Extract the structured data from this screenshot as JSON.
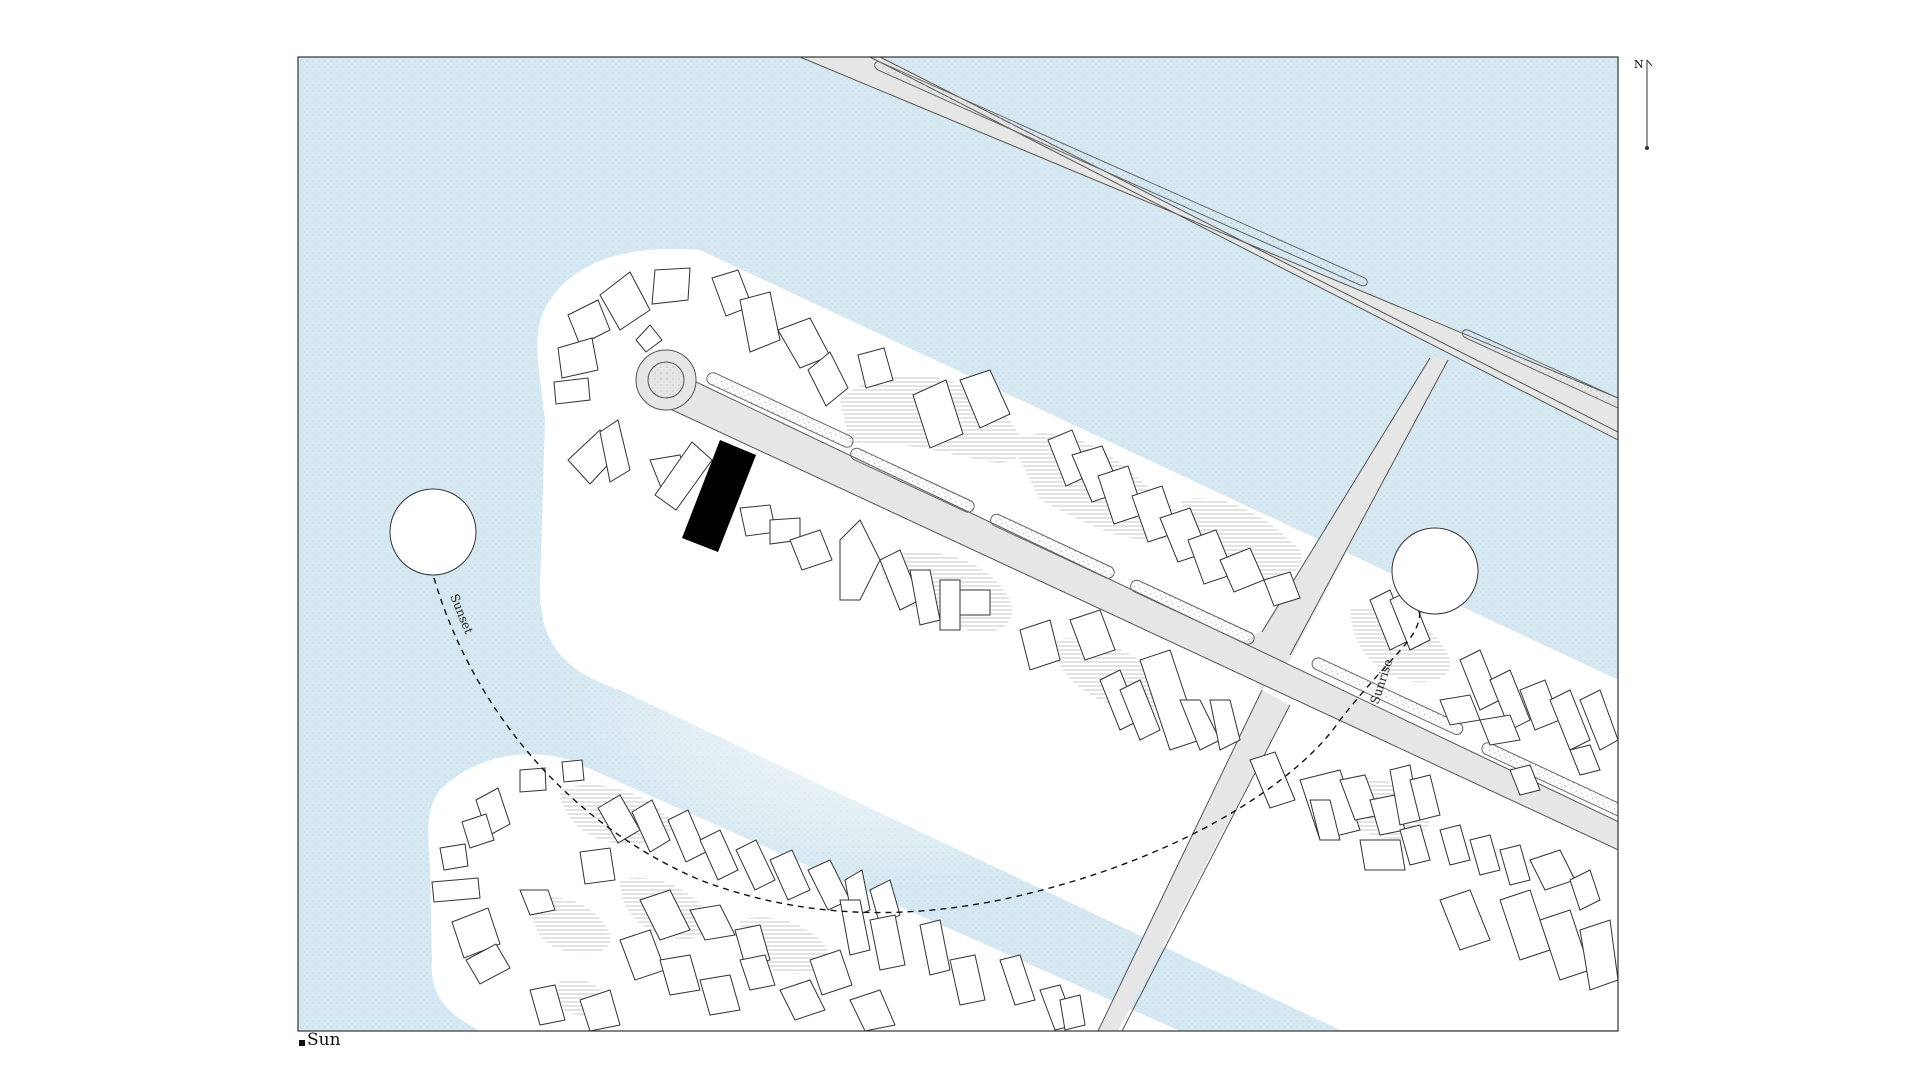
{
  "map": {
    "colors": {
      "water": "#d6e8f1",
      "land": "#ffffff",
      "road": "#e6e6e6",
      "median": "#d9d9d9",
      "building_outline": "#333333",
      "highlight_building": "#000000",
      "frame": "#333333"
    },
    "north_label": "N",
    "sunset_label": "Sunset",
    "sunrise_label": "Sunrise",
    "legend_label": "Sun"
  }
}
